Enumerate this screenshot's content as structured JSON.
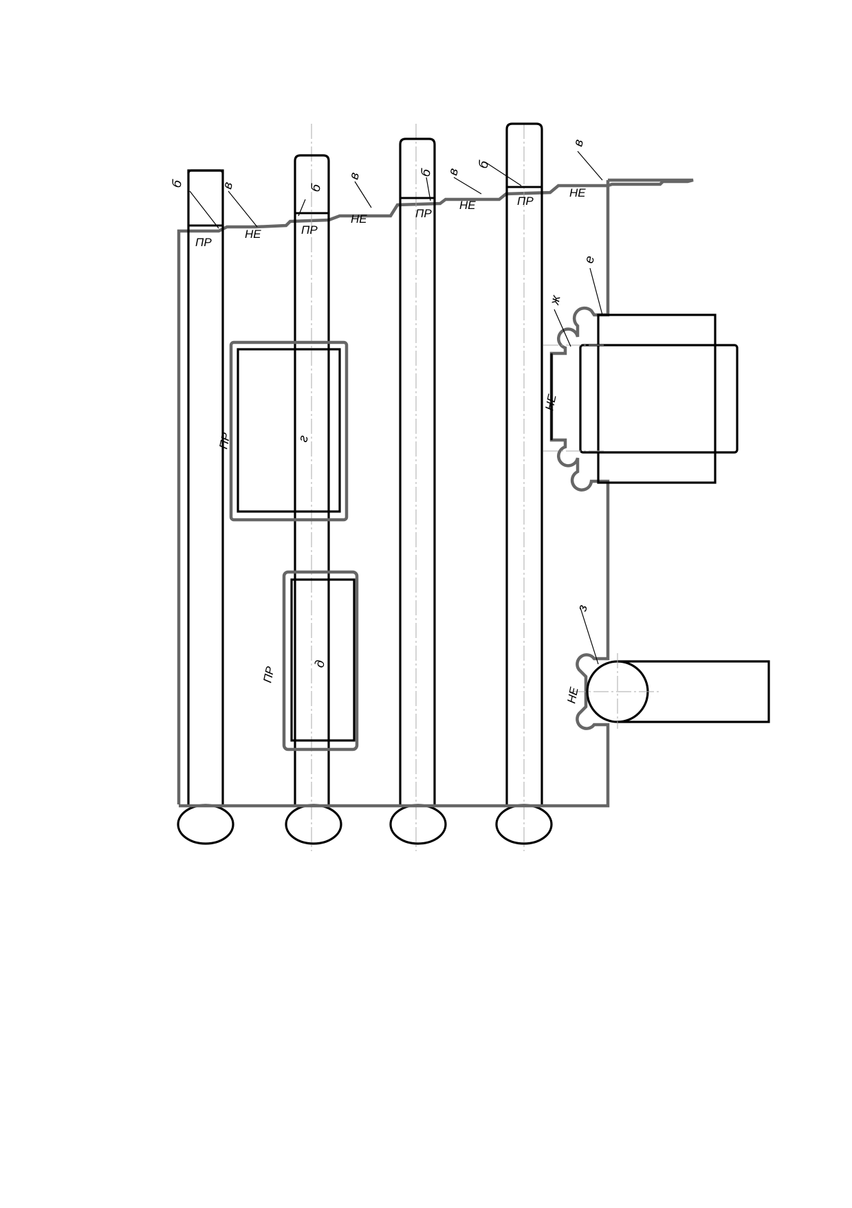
{
  "labels": {
    "pin1_upper": "б",
    "pin1_lower": "в",
    "pin1_pr": "ПР",
    "pin1_ne": "НЕ",
    "pin2_upper": "б",
    "pin2_pr": "ПР",
    "pin2_v": "в",
    "pin2_ne": "НЕ",
    "pin3_upper": "б",
    "pin3_v": "в",
    "pin3_pr": "ПР",
    "pin3_ne": "НЕ",
    "pin4_upper": "б",
    "pin4_pr": "ПР",
    "right_v": "в",
    "right_ne": "НЕ",
    "side_pr": "ПР",
    "center_g": "г",
    "pocket_pr": "ПР",
    "pocket_d": "д",
    "slot_e": "е",
    "slot_zh": "ж",
    "slot_ne": "НЕ",
    "round_z": "з",
    "round_ne": "НЕ"
  }
}
